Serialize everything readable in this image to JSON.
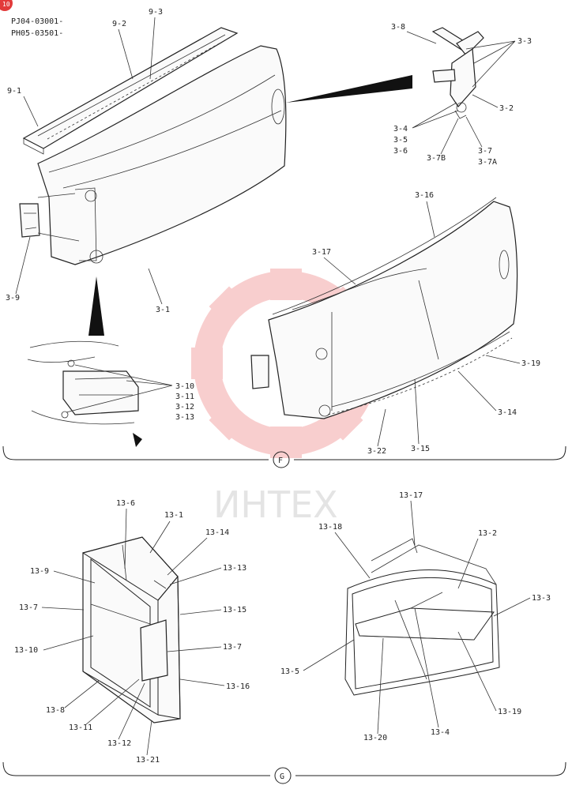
{
  "header": {
    "model_line_1": "PJ04-03001-",
    "model_line_2": "PH05-03501-",
    "corner_badge": "10"
  },
  "sections": {
    "upper": {
      "label": "F"
    },
    "lower": {
      "label": "G"
    }
  },
  "watermark": {
    "text": "ИНТЕХ",
    "color": "#f4a7a7"
  },
  "callouts": {
    "c9_1": "9-1",
    "c9_2": "9-2",
    "c9_3": "9-3",
    "c3_1": "3-1",
    "c3_9": "3-9",
    "c3_8": "3-8",
    "c3_3": "3-3",
    "c3_2": "3-2",
    "c3_4": "3-4",
    "c3_5": "3-5",
    "c3_6": "3-6",
    "c3_7B": "3-7B",
    "c3_7": "3-7",
    "c3_7A": "3-7A",
    "c3_10": "3-10",
    "c3_11": "3-11",
    "c3_12": "3-12",
    "c3_13": "3-13",
    "c3_16": "3-16",
    "c3_17": "3-17",
    "c3_19": "3-19",
    "c3_14": "3-14",
    "c3_15": "3-15",
    "c3_22": "3-22",
    "c13_6": "13-6",
    "c13_1": "13-1",
    "c13_14": "13-14",
    "c13_9": "13-9",
    "c13_13": "13-13",
    "c13_7a": "13-7",
    "c13_15": "13-15",
    "c13_7b": "13-7",
    "c13_10": "13-10",
    "c13_16": "13-16",
    "c13_8": "13-8",
    "c13_11": "13-11",
    "c13_12": "13-12",
    "c13_21": "13-21",
    "c13_17": "13-17",
    "c13_18": "13-18",
    "c13_2": "13-2",
    "c13_3": "13-3",
    "c13_5": "13-5",
    "c13_19": "13-19",
    "c13_20": "13-20",
    "c13_4": "13-4"
  }
}
